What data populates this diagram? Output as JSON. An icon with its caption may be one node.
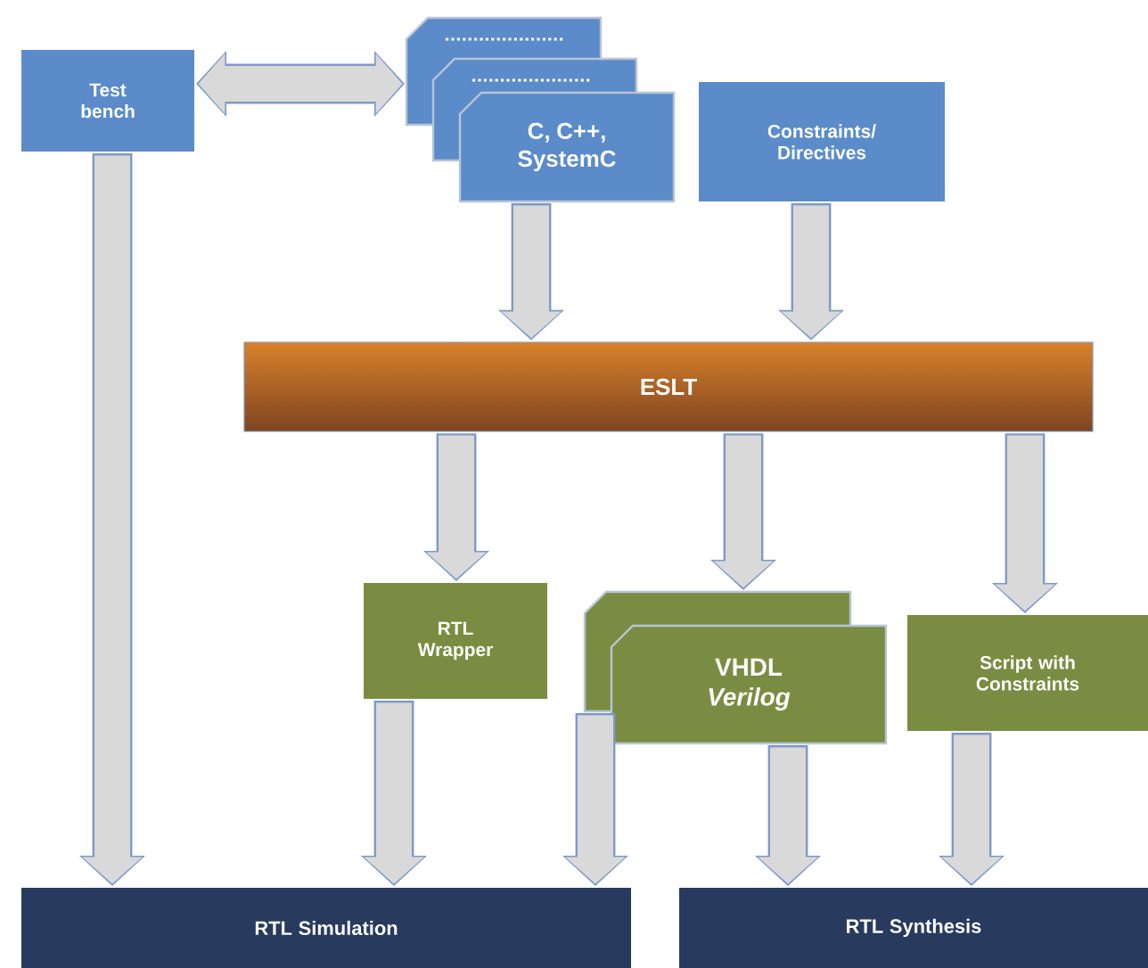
{
  "diagram": {
    "nodes": [
      {
        "text": [
          "Test bench"
        ]
      },
      {
        "text": [
          "C, C++, SystemC"
        ]
      },
      {
        "text": [
          "Constraints/ Directives"
        ]
      },
      {
        "text": [
          "ESLT"
        ]
      },
      {
        "text": [
          "RTL Wrapper"
        ]
      },
      {
        "text": [
          "VHDL",
          "Verilog"
        ]
      },
      {
        "text": [
          "Script with Constraints"
        ]
      },
      {
        "text": [
          "RTL Simulation"
        ]
      },
      {
        "text": [
          "RTL Synthesis"
        ]
      }
    ],
    "edges": [
      {
        "from": 0,
        "to": 1,
        "arrow": "both",
        "color": "#d9d9d9"
      },
      {
        "from": 1,
        "to": 3,
        "arrow": "to"
      },
      {
        "from": 2,
        "to": 3,
        "arrow": "to"
      },
      {
        "from": 3,
        "to": 4,
        "arrow": "to"
      },
      {
        "from": 3,
        "to": 5,
        "arrow": "to"
      },
      {
        "from": 3,
        "to": 6,
        "arrow": "to"
      },
      {
        "from": 0,
        "to": 7,
        "arrow": "to"
      },
      {
        "from": 4,
        "to": 7,
        "arrow": "to"
      },
      {
        "from": 5,
        "to": 7,
        "arrow": "to"
      },
      {
        "from": 5,
        "to": 8,
        "arrow": "to"
      },
      {
        "from": 6,
        "to": 8,
        "arrow": "to"
      }
    ]
  }
}
